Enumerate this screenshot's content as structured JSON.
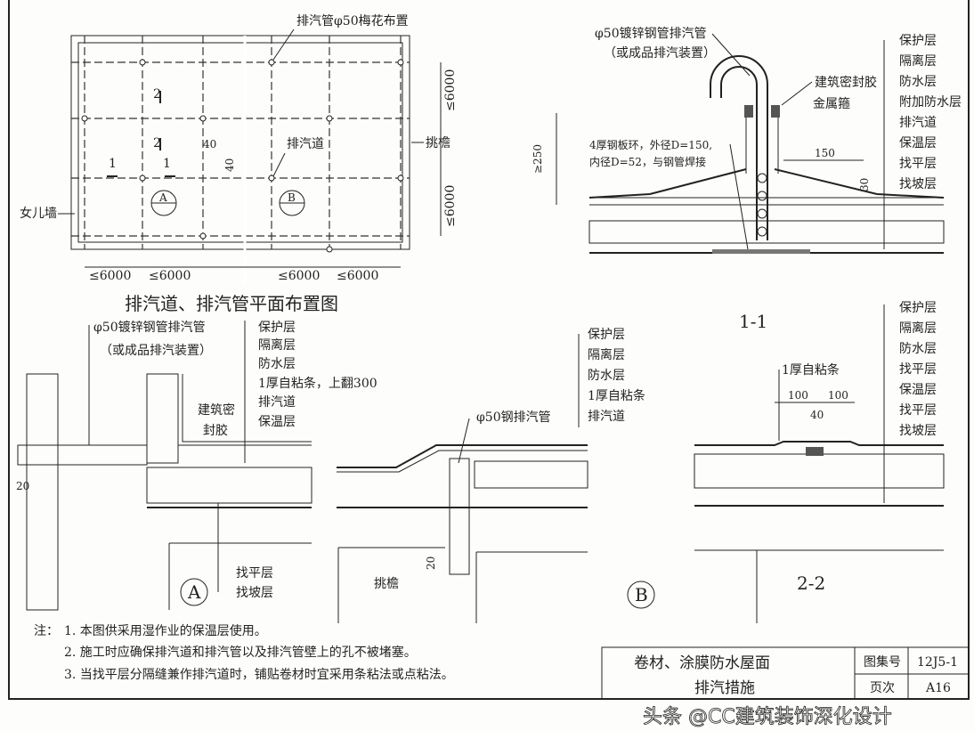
{
  "plan": {
    "title": "排汽道、排汽管平面布置图",
    "pipe_label": "排汽管φ50梅花布置",
    "channel_label": "排汽道",
    "parapet_label": "女儿墙",
    "eave_label": "挑檐",
    "dims": [
      "≤6000",
      "≤6000",
      "≤6000",
      "≤6000",
      "≤6000",
      "≤6000"
    ],
    "dim_40a": "40",
    "dim_40b": "40",
    "section_marks": [
      "1",
      "1",
      "2",
      "2"
    ],
    "detail_marks": [
      "A",
      "B"
    ]
  },
  "section_1_1": {
    "title": "1-1",
    "pipe_label_1": "φ50镀锌钢管排汽管",
    "pipe_label_2": "（或成品排汽装置）",
    "sealant": "建筑密封胶",
    "hoop": "金属箍",
    "ring_1": "4厚钢板环，外径D=150,",
    "ring_2": "内径D=52，与钢管焊接",
    "dim_250": "≥250",
    "dim_150": "150",
    "dim_30": "30",
    "layers": [
      "保护层",
      "隔离层",
      "防水层",
      "附加防水层",
      "排汽道",
      "保温层",
      "找平层",
      "找坡层"
    ]
  },
  "detail_A": {
    "mark": "A",
    "pipe_label_1": "φ50镀锌钢管排汽管",
    "pipe_label_2": "（或成品排汽装置）",
    "sealant_1": "建筑密",
    "sealant_2": "封胶",
    "layers": [
      "保护层",
      "隔离层",
      "防水层",
      "1厚自粘条，上翻300",
      "排汽道",
      "保温层"
    ],
    "bottom_layers": [
      "找平层",
      "找坡层"
    ],
    "dim_20": "20"
  },
  "detail_B": {
    "mark": "B",
    "pipe_label": "φ50钢排汽管",
    "layers": [
      "保护层",
      "隔离层",
      "防水层",
      "1厚自粘条",
      "排汽道"
    ],
    "eave_label": "挑檐",
    "dim_20": "20"
  },
  "section_2_2": {
    "title": "2-2",
    "strip_label": "1厚自粘条",
    "dim_100a": "100",
    "dim_100b": "100",
    "dim_40": "40",
    "layers": [
      "保护层",
      "隔离层",
      "防水层",
      "找平层",
      "保温层",
      "找平层",
      "找坡层"
    ]
  },
  "notes": {
    "prefix": "注：",
    "items": [
      "1. 本图供采用湿作业的保温层使用。",
      "2. 施工时应确保排汽道和排汽管以及排汽管壁上的孔不被堵塞。",
      "3. 当找平层分隔缝兼作排汽道时，铺贴卷材时宜采用条粘法或点粘法。"
    ]
  },
  "title_block": {
    "title_1": "卷材、涂膜防水屋面",
    "title_2": "排汽措施",
    "atlas_label": "图集号",
    "atlas_value": "12J5-1",
    "page_label": "页次",
    "page_value": "A16"
  },
  "watermark": "头条 @CC建筑装饰深化设计"
}
